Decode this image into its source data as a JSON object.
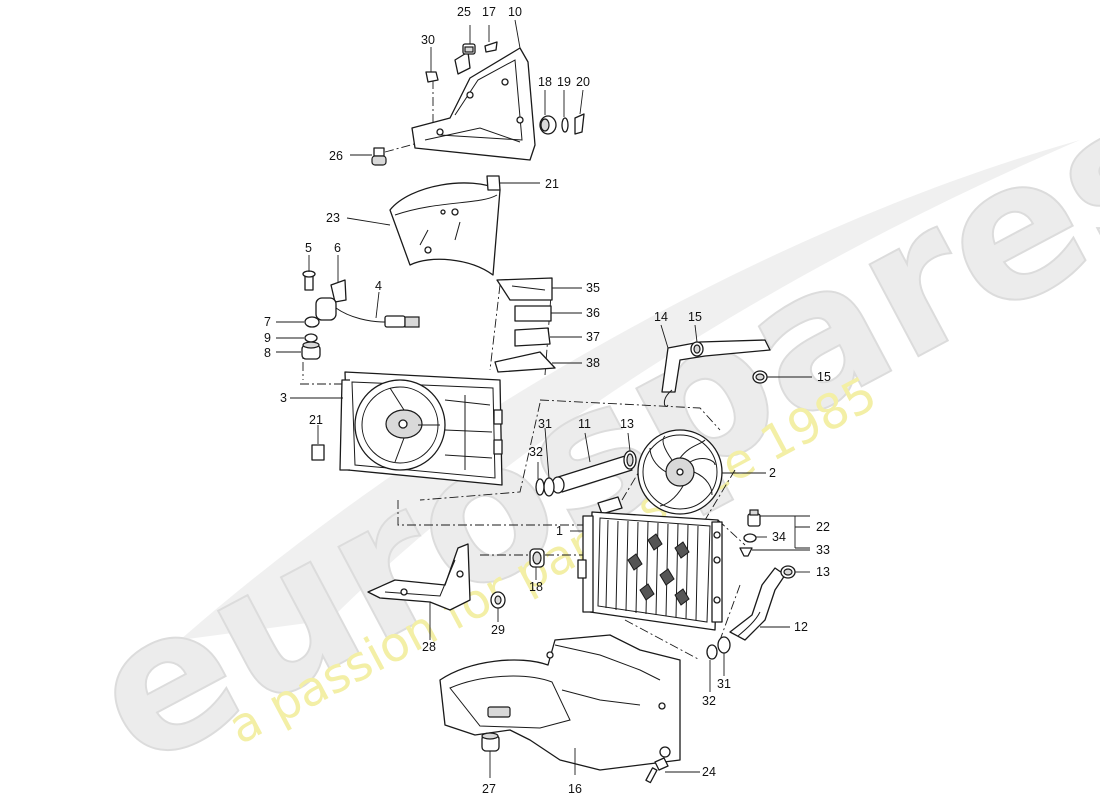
{
  "watermark": {
    "brand": "eurospares",
    "tagline": "a passion for parts since 1985"
  },
  "callouts": {
    "n1": "1",
    "n2": "2",
    "n3": "3",
    "n4": "4",
    "n5": "5",
    "n6": "6",
    "n7": "7",
    "n8": "8",
    "n9": "9",
    "n10": "10",
    "n11": "11",
    "n12": "12",
    "n13a": "13",
    "n13b": "13",
    "n14": "14",
    "n15a": "15",
    "n15b": "15",
    "n16": "16",
    "n17": "17",
    "n18a": "18",
    "n18b": "18",
    "n19": "19",
    "n20": "20",
    "n21a": "21",
    "n21b": "21",
    "n22": "22",
    "n23": "23",
    "n24": "24",
    "n25": "25",
    "n26": "26",
    "n27": "27",
    "n28": "28",
    "n29": "29",
    "n30": "30",
    "n31a": "31",
    "n31b": "31",
    "n32a": "32",
    "n32b": "32",
    "n33": "33",
    "n34": "34",
    "n35": "35",
    "n36": "36",
    "n37": "37",
    "n38": "38"
  }
}
